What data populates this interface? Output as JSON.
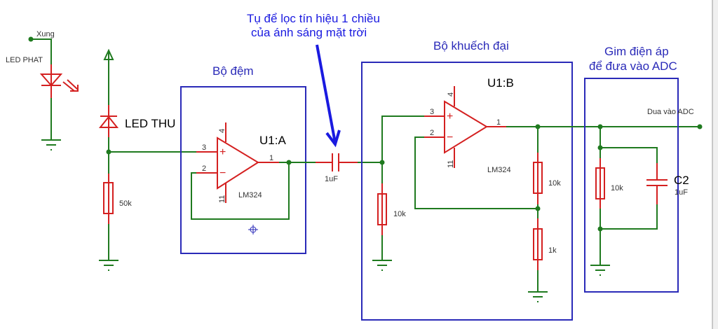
{
  "colors": {
    "wire": "#1f7a1f",
    "component": "#d42020",
    "box": "#2a2ab8",
    "annotation": "#1a1ae0"
  },
  "labels": {
    "xung": "Xung",
    "led_phat": "LED PHAT",
    "led_thu": "LED THU",
    "r_50k": "50k",
    "bo_dem": "Bộ đệm",
    "u1a": "U1:A",
    "lm324_a": "LM324",
    "annotation_line1": "Tụ để lọc tín hiệu 1 chiều",
    "annotation_line2": "của ánh sáng mặt trời",
    "c1_value": "1uF",
    "bo_khuech_dai": "Bộ khuếch đại",
    "u1b": "U1:B",
    "lm324_b": "LM324",
    "r_10k_in": "10k",
    "r_10k_fb": "10k",
    "r_1k": "1k",
    "gim_line1": "Gim điện áp",
    "gim_line2": "để đưa vào ADC",
    "dua_vao_adc": "Dua vào ADC",
    "r_10k_adc": "10k",
    "c2": "C2",
    "c2_value": "1uF"
  },
  "pins": {
    "a_plus": "3",
    "a_minus": "2",
    "a_out": "1",
    "a_vcc": "4",
    "a_gnd": "11",
    "b_plus": "3",
    "b_minus": "2",
    "b_out": "1",
    "b_vcc": "4",
    "b_gnd": "11"
  },
  "opamp_signs": {
    "plus": "+",
    "minus": "−"
  }
}
